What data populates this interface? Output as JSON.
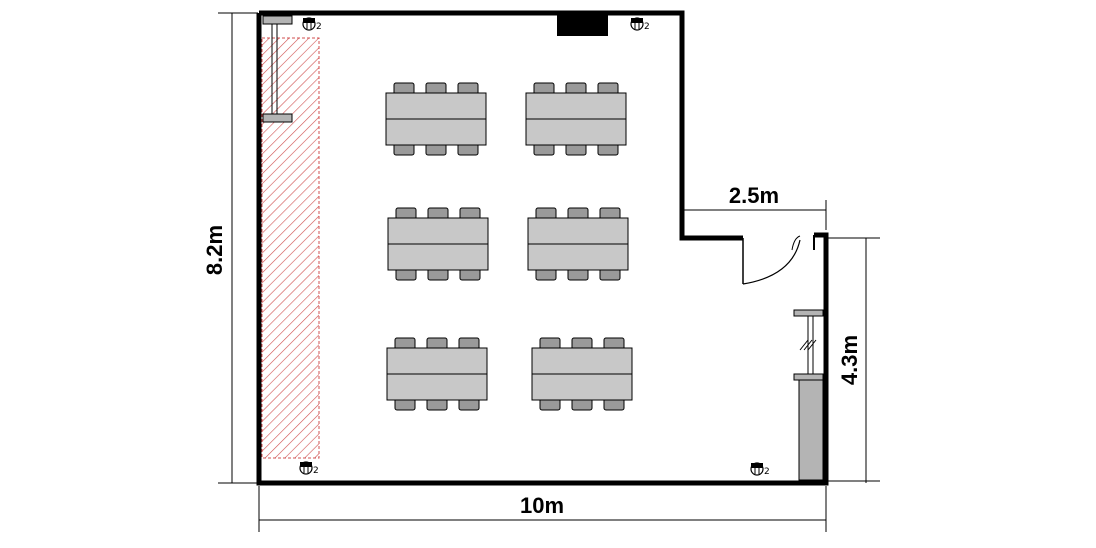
{
  "floor_plan": {
    "dimensions": {
      "width": "10m",
      "height": "8.2m",
      "notch_width": "2.5m",
      "right_height": "4.3m"
    },
    "outlet_label": "2",
    "table_groups": 6,
    "colors": {
      "wall": "#000000",
      "table": "#c8c8c8",
      "chair": "#9a9a9a",
      "hatch": "#d05050",
      "fixture": "#b4b4b4"
    }
  }
}
